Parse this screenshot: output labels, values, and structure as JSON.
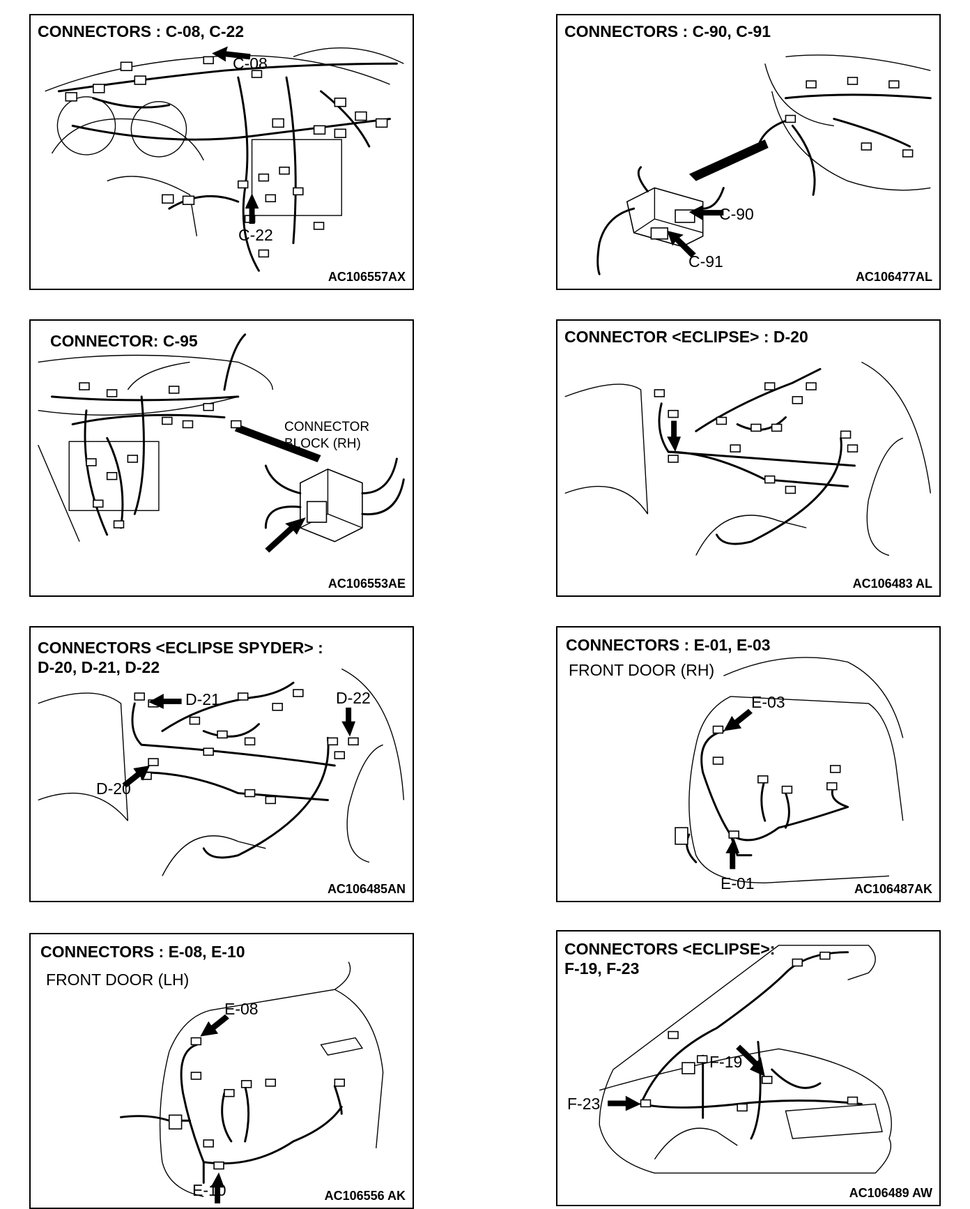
{
  "panels": [
    {
      "title": "CONNECTORS : C-08, C-22",
      "subtitle": "",
      "labels": [
        "C-08",
        "C-22"
      ],
      "code": "AC106557AX"
    },
    {
      "title": "CONNECTORS : C-90, C-91",
      "subtitle": "",
      "labels": [
        "C-90",
        "C-91"
      ],
      "code": "AC106477AL"
    },
    {
      "title": "CONNECTOR: C-95",
      "subtitle": "",
      "labels": [
        "CONNECTOR",
        "BLOCK (RH)"
      ],
      "code": "AC106553AE"
    },
    {
      "title": "CONNECTOR <ECLIPSE> : D-20",
      "subtitle": "",
      "labels": [],
      "code": "AC106483 AL"
    },
    {
      "title": "CONNECTORS <ECLIPSE SPYDER> :",
      "title2": "D-20, D-21, D-22",
      "subtitle": "",
      "labels": [
        "D-21",
        "D-22",
        "D-20"
      ],
      "code": "AC106485AN"
    },
    {
      "title": "CONNECTORS : E-01, E-03",
      "subtitle": "FRONT DOOR (RH)",
      "labels": [
        "E-03",
        "E-01"
      ],
      "code": "AC106487AK"
    },
    {
      "title": "CONNECTORS : E-08, E-10",
      "subtitle": "FRONT DOOR (LH)",
      "labels": [
        "E-08",
        "E-10"
      ],
      "code": "AC106556 AK"
    },
    {
      "title": "CONNECTORS <ECLIPSE>:",
      "title2": "F-19, F-23",
      "subtitle": "",
      "labels": [
        "F-19",
        "F-23"
      ],
      "code": "AC106489 AW"
    }
  ],
  "icons": [
    "arrow-icon",
    "connector-icon",
    "wiring-harness-icon"
  ]
}
